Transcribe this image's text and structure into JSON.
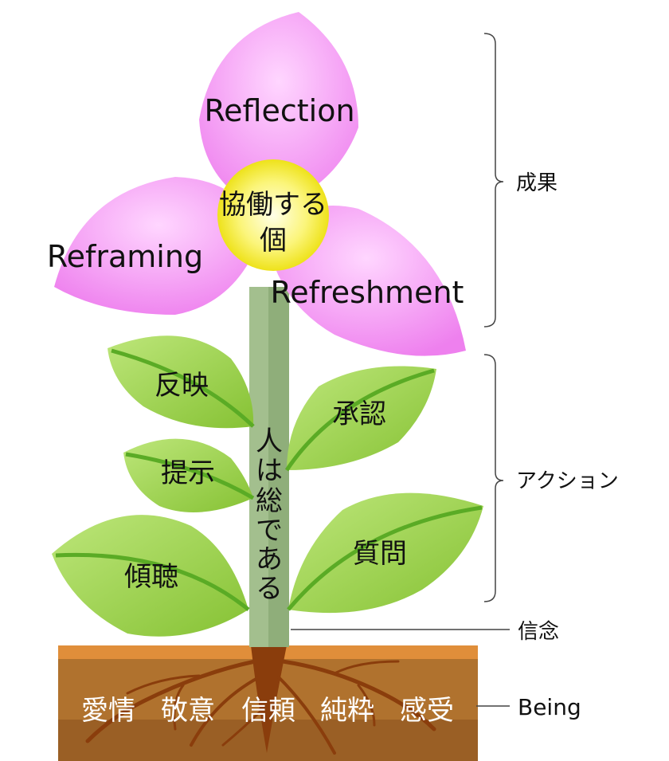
{
  "petals": {
    "top": "Reflection",
    "left": "Reframing",
    "right": "Refreshment"
  },
  "flower_center": [
    "協働する",
    "個"
  ],
  "stem_text": [
    "人",
    "は",
    "総",
    "で",
    "あ",
    "る"
  ],
  "leaves": {
    "upper_left": "反映",
    "middle_left": "提示",
    "lower_left": "傾聴",
    "upper_right": "承認",
    "lower_right": "質問"
  },
  "soil_words": [
    "愛情",
    "敬意",
    "信頼",
    "純粋",
    "感受"
  ],
  "side_labels": {
    "results": "成果",
    "actions": "アクション",
    "belief": "信念",
    "being": "Being"
  },
  "colors": {
    "petal": "#f08ef0",
    "center": "#f5f03a",
    "leaf": "#8cc63f",
    "stem": "#8fae7a",
    "soil_top": "#e08e3a",
    "soil": "#b0722e",
    "soil_bottom": "#9a5f25",
    "root": "#8a3d0c"
  }
}
